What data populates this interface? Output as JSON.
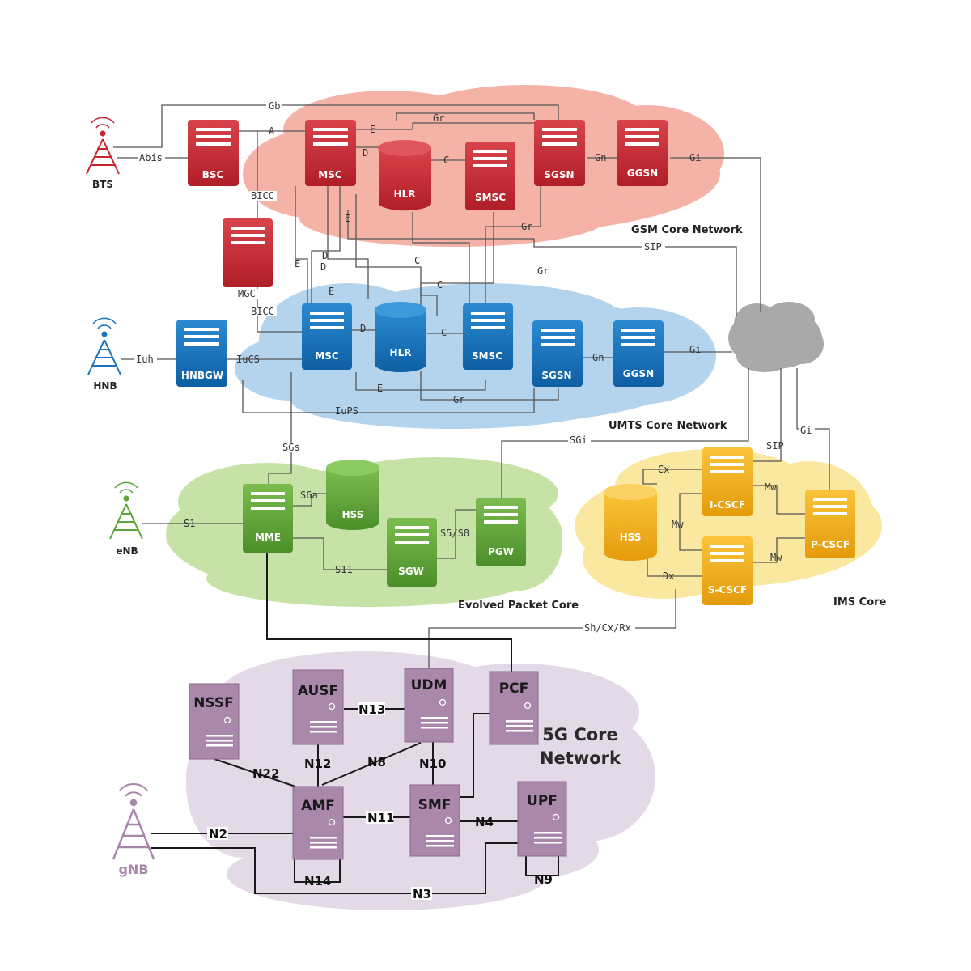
{
  "clouds": {
    "gsm": {
      "title": "GSM Core Network",
      "color": "#f5b3a8"
    },
    "umts": {
      "title": "UMTS Core Network",
      "color": "#b4d4ee"
    },
    "epc": {
      "title": "Evolved Packet Core",
      "color": "#c6e2a6"
    },
    "ims": {
      "title": "IMS Core",
      "color": "#fbe8a0"
    },
    "core5g": {
      "title_line1": "5G Core",
      "title_line2": "Network",
      "color": "#e4d9e6"
    },
    "internet": {
      "color": "#a9a9a9"
    }
  },
  "sites": {
    "bts": "BTS",
    "hnb": "HNB",
    "enb": "eNB",
    "gnb": "gNB"
  },
  "nodes": {
    "bsc": "BSC",
    "mgc": "MGC",
    "gsm_msc": "MSC",
    "gsm_hlr": "HLR",
    "gsm_smsc": "SMSC",
    "gsm_sgsn": "SGSN",
    "gsm_ggsn": "GGSN",
    "hnbgw": "HNBGW",
    "umts_msc": "MSC",
    "umts_hlr": "HLR",
    "umts_smsc": "SMSC",
    "umts_sgsn": "SGSN",
    "umts_ggsn": "GGSN",
    "mme": "MME",
    "epc_hss": "HSS",
    "sgw": "SGW",
    "pgw": "PGW",
    "ims_hss": "HSS",
    "icscf": "I-CSCF",
    "scscf": "S-CSCF",
    "pcscf": "P-CSCF",
    "nssf": "NSSF",
    "ausf": "AUSF",
    "udm": "UDM",
    "pcf": "PCF",
    "amf": "AMF",
    "smf": "SMF",
    "upf": "UPF"
  },
  "interfaces": {
    "gb": "Gb",
    "a": "A",
    "abis": "Abis",
    "gsm_e": "E",
    "gsm_d": "D",
    "gsm_gr": "Gr",
    "gsm_c": "C",
    "gsm_gn": "Gn",
    "gsm_gi": "Gi",
    "bicc1": "BICC",
    "gsm_e2": "E",
    "gr_mid": "Gr",
    "sip": "SIP",
    "d1": "D",
    "d2": "D",
    "e_left": "E",
    "c_mid": "C",
    "c_mid2": "C",
    "gr_mid2": "Gr",
    "bicc2": "BICC",
    "umts_e": "E",
    "umts_d": "D",
    "umts_c": "C",
    "iuh": "Iuh",
    "iucs": "IuCS",
    "umts_gn": "Gn",
    "umts_gi": "Gi",
    "umts_e2": "E",
    "umts_gr": "Gr",
    "iups": "IuPS",
    "sgs": "SGs",
    "sgi": "SGi",
    "ims_gi": "Gi",
    "ims_sip": "SIP",
    "s1": "S1",
    "s6a": "S6a",
    "s5s8": "S5/S8",
    "s11": "S11",
    "cx": "Cx",
    "mw1": "Mw",
    "mw2": "Mw",
    "mw3": "Mw",
    "dx": "Dx",
    "shcxrx": "Sh/Cx/Rx",
    "n13": "N13",
    "n12": "N12",
    "n8": "N8",
    "n10": "N10",
    "n22": "N22",
    "n2": "N2",
    "n11": "N11",
    "n4": "N4",
    "n14": "N14",
    "n9": "N9",
    "n3": "N3"
  }
}
